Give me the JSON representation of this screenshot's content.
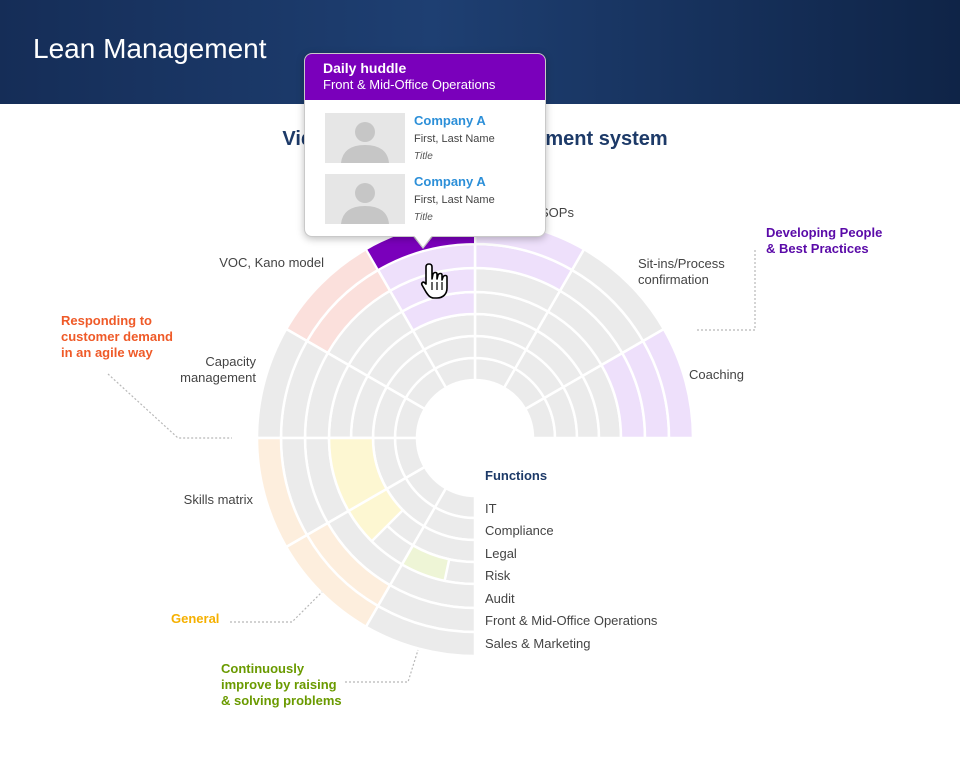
{
  "header": {
    "title": "Lean Management"
  },
  "subtitle": "Videos on the Lean Management system",
  "categories": {
    "developing_people": {
      "label": "Developing People\n& Best Practices",
      "color": "#5a0aa8"
    },
    "responding": {
      "label": "Responding to\ncustomer demand\nin an agile way",
      "color": "#ef5a28"
    },
    "general": {
      "label": "General",
      "color": "#f5b000"
    },
    "continuously": {
      "label": "Continuously\nimprove by raising\n& solving problems",
      "color": "#6a9a00"
    }
  },
  "spokes": {
    "sops": "SOPs",
    "sitins": "Sit-ins/Process\nconfirmation",
    "coaching": "Coaching",
    "voc": "VOC, Kano model",
    "capacity": "Capacity\nmanagement",
    "skills": "Skills matrix"
  },
  "functions": {
    "title": "Functions",
    "items": [
      "IT",
      "Compliance",
      "Legal",
      "Risk",
      "Audit",
      "Front & Mid-Office Operations",
      "Sales & Marketing"
    ]
  },
  "tooltip": {
    "title": "Daily huddle",
    "subtitle": "Front & Mid-Office Operations",
    "people": [
      {
        "company": "Company A",
        "name": "First, Last Name",
        "title": "Title"
      },
      {
        "company": "Company A",
        "name": "First, Last Name",
        "title": "Title"
      }
    ]
  },
  "colors": {
    "highlight": "#7a00bb",
    "ring_gray": "#ebebeb",
    "tint_red": "#fbe0dc",
    "tint_purple": "#eee0fb",
    "tint_orange": "#fdeedd",
    "tint_yellow": "#fdf7d2",
    "tint_green": "#eef5d6"
  }
}
